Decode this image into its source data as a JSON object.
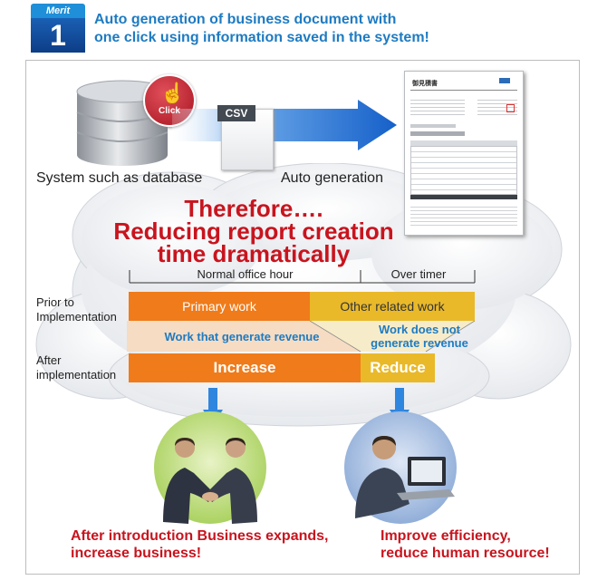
{
  "header": {
    "badge_label": "Merit",
    "badge_number": "1",
    "title_line1": "Auto generation of business document with",
    "title_line2": "one click using information saved in the system!"
  },
  "diagram": {
    "click_label": "Click",
    "csv_label": "CSV",
    "database_label": "System such as database",
    "auto_label": "Auto generation",
    "doc_title": "御見積書"
  },
  "therefore": {
    "line1": "Therefore….",
    "line2": "Reducing report creation",
    "line3": "time dramatically"
  },
  "timeline": {
    "normal_label": "Normal office hour",
    "over_label": "Over timer"
  },
  "rows": {
    "prior_label_1": "Prior to",
    "prior_label_2": "Implementation",
    "after_label_1": "After",
    "after_label_2": "implementation"
  },
  "bars": {
    "primary": "Primary work",
    "other": "Other related work",
    "revenue": "Work that generate revenue",
    "not_revenue_1": "Work does not",
    "not_revenue_2": "generate revenue",
    "increase": "Increase",
    "reduce": "Reduce"
  },
  "conclusions": {
    "left_1": "After introduction Business expands,",
    "left_2": "increase business!",
    "right_1": "Improve efficiency,",
    "right_2": "reduce human resource!"
  },
  "colors": {
    "orange": "#f07b1a",
    "yellow": "#e9b92a",
    "red": "#c8141e",
    "blue": "#1e7bc2"
  }
}
